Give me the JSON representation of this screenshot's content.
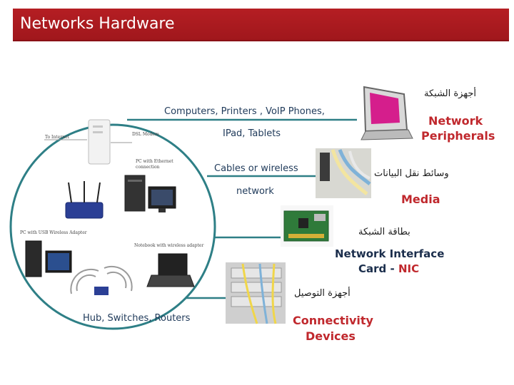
{
  "slide": {
    "title": "Networks Hardware"
  },
  "left_diagram": {
    "labels": {
      "to_internet": "To Internet",
      "dsl_modem": "DSL Modem",
      "pc_ethernet_line1": "PC with Ethernet",
      "pc_ethernet_line2": "connection",
      "pc_usb": "PC with USB Wireless Adapter",
      "notebook": "Notebook with wireless adapter"
    },
    "caption": "Hub, Switches, Routers"
  },
  "connectors": {
    "peripherals_examples_line1": "Computers, Printers , VoIP Phones,",
    "peripherals_examples_line2": "IPad, Tablets",
    "media_examples_line1": "Cables or wireless",
    "media_examples_line2": "network"
  },
  "categories": {
    "peripherals": {
      "arabic": "أجهزة الشبكة",
      "english_line1": "Network",
      "english_line2": "Peripherals"
    },
    "media": {
      "arabic": "وسائط نقل البيانات",
      "english": "Media"
    },
    "nic": {
      "arabic": "بطاقة الشبكة",
      "english_line1": "Network Interface",
      "english_line2_prefix": "Card - ",
      "english_line2_highlight": "NIC"
    },
    "connectivity": {
      "arabic": "أجهزة التوصيل",
      "english_line1": "Connectivity",
      "english_line2": "Devices"
    }
  },
  "colors": {
    "title_bar": "#b51e23",
    "accent_red": "#c0282d",
    "circle_stroke": "#2e7f86",
    "navy_text": "#1b2e4c"
  }
}
